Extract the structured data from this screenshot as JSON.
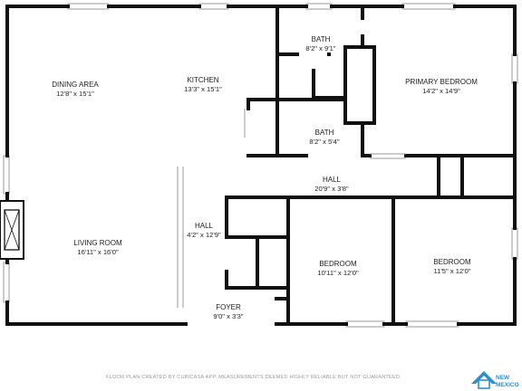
{
  "rooms": [
    {
      "id": "dining-area",
      "name": "DINING AREA",
      "dims": "12'8\" x 15'1\""
    },
    {
      "id": "kitchen",
      "name": "KITCHEN",
      "dims": "13'3\" x 15'1\""
    },
    {
      "id": "bath-upper",
      "name": "BATH",
      "dims": "8'2\" x 9'1\""
    },
    {
      "id": "primary-bedroom",
      "name": "PRIMARY BEDROOM",
      "dims": "14'2\" x 14'9\""
    },
    {
      "id": "bath-lower",
      "name": "BATH",
      "dims": "8'2\" x 5'4\""
    },
    {
      "id": "hall-main",
      "name": "HALL",
      "dims": "20'9\" x 3'8\""
    },
    {
      "id": "hall-west",
      "name": "HALL",
      "dims": "4'2\" x 12'9\""
    },
    {
      "id": "living-room",
      "name": "LIVING ROOM",
      "dims": "16'11\" x 16'0\""
    },
    {
      "id": "bedroom-middle",
      "name": "BEDROOM",
      "dims": "10'11\" x 12'0\""
    },
    {
      "id": "bedroom-east",
      "name": "BEDROOM",
      "dims": "11'5\" x 12'0\""
    },
    {
      "id": "foyer",
      "name": "FOYER",
      "dims": "9'0\" x 3'3\""
    }
  ],
  "footer": {
    "disclaimer": "FLOOR PLAN CREATED BY CUBICASA APP. MEASUREMENTS DEEMED HIGHLY RELIABLE BUT NOT GUARANTEED."
  },
  "logo": {
    "line1": "NEW",
    "line2": "MEXICO"
  },
  "colors": {
    "wall": "#111111",
    "window": "#9a9a9a",
    "logo": "#2d8fd0"
  }
}
